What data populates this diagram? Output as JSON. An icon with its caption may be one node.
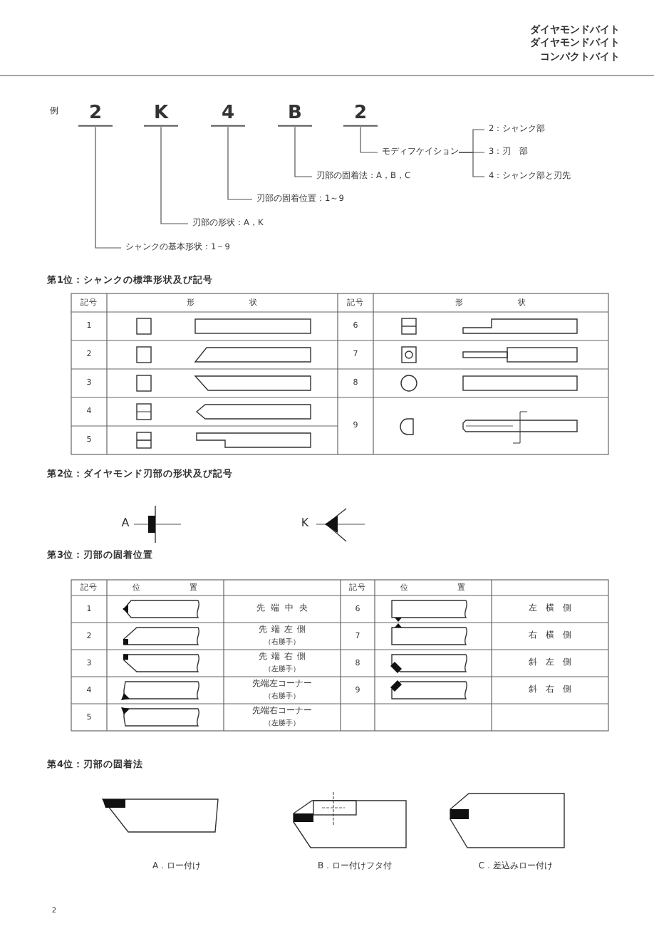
{
  "diagram": {
    "nodes": [
      {
        "text": [
          "2"
        ]
      },
      {
        "text": [
          "K"
        ]
      },
      {
        "text": [
          "4"
        ]
      },
      {
        "text": [
          "B"
        ]
      },
      {
        "text": [
          "2"
        ]
      },
      {
        "text": [
          "シャンクの基本形状：1－9"
        ]
      },
      {
        "text": [
          "刃部の形状：A，K"
        ]
      },
      {
        "text": [
          "刃部の固着位置：1～9"
        ]
      },
      {
        "text": [
          "刃部の固着法：A，B，C"
        ]
      },
      {
        "text": [
          "モディフケイション"
        ]
      },
      {
        "text": [
          "2：シャンク部"
        ]
      },
      {
        "text": [
          "3：刃　部"
        ]
      },
      {
        "text": [
          "4：シャンク部と刃先"
        ]
      }
    ],
    "edges": [
      {
        "from": 0,
        "to": 5,
        "arrow": "none"
      },
      {
        "from": 1,
        "to": 6,
        "arrow": "none"
      },
      {
        "from": 2,
        "to": 7,
        "arrow": "none"
      },
      {
        "from": 3,
        "to": 8,
        "arrow": "none"
      },
      {
        "from": 4,
        "to": 9,
        "arrow": "none"
      },
      {
        "from": 9,
        "to": 10,
        "arrow": "none"
      },
      {
        "from": 9,
        "to": 11,
        "arrow": "none"
      },
      {
        "from": 9,
        "to": 12,
        "arrow": "none"
      }
    ],
    "labels": [
      "ダイヤモンドバイト",
      "ダイヤモンドバイト",
      "コンパクトバイト",
      "例",
      "第1位：シャンクの標準形状及び記号",
      "記号",
      "形　状",
      "記号",
      "形　状",
      "1",
      "6",
      "2",
      "7",
      "3",
      "8",
      "4",
      "9",
      "5",
      "第2位：ダイヤモンド刃部の形状及び記号",
      "A",
      "K",
      "第3位：刃部の固着位置",
      "記号",
      "位　置",
      "記号",
      "位　置",
      "1",
      "先端中央",
      "6",
      "左横側",
      "2",
      "先端左側",
      "（右勝手）",
      "7",
      "右横側",
      "3",
      "先端右側",
      "（左勝手）",
      "8",
      "斜左側",
      "4",
      "先端左コーナー",
      "（右勝手）",
      "9",
      "斜右側",
      "5",
      "先端右コーナー",
      "（左勝手）",
      "第4位：刃部の固着法",
      "A．ロー付け",
      "B．ロー付けフタ付",
      "C．差込みロー付け",
      "2"
    ]
  }
}
